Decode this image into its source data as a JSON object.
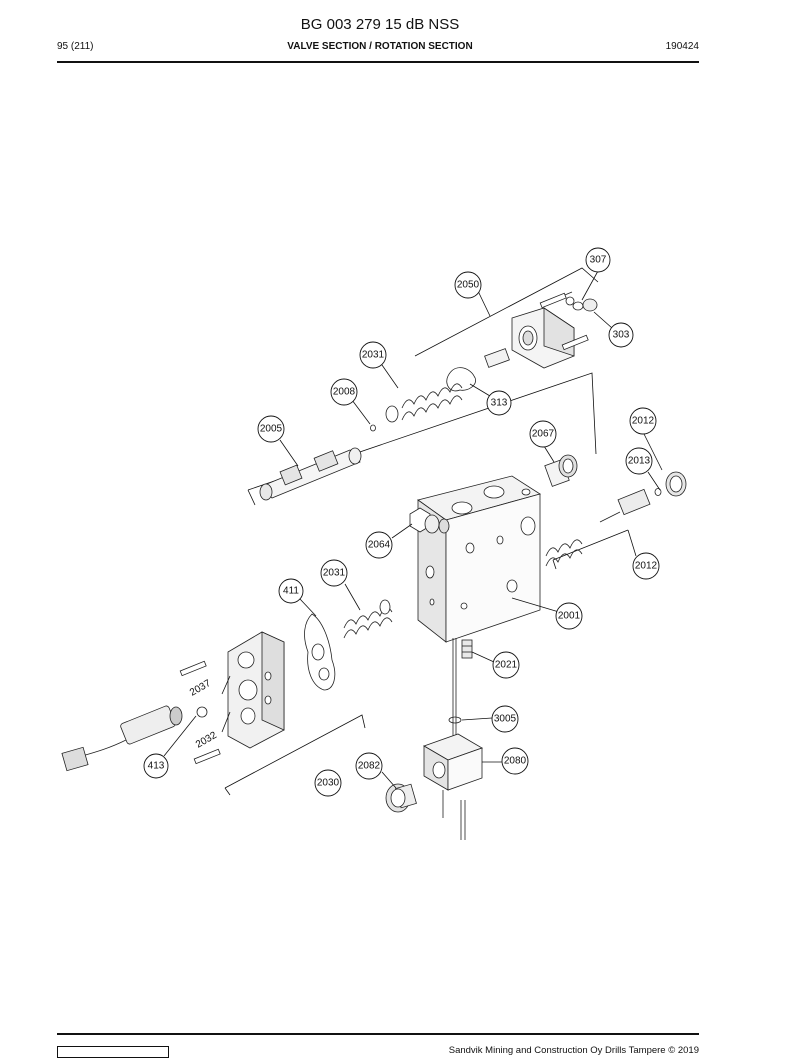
{
  "header": {
    "title": "BG 003 279 15 dB NSS",
    "page": "95 (211)",
    "section": "VALVE SECTION / ROTATION SECTION",
    "date": "190424"
  },
  "footer": {
    "copyright": "Sandvik Mining and Construction Oy Drills Tampere © 2019"
  },
  "callouts": [
    "307",
    "2050",
    "303",
    "2031",
    "313",
    "2008",
    "2012",
    "2005",
    "2067",
    "2013",
    "2064",
    "2012",
    "2031",
    "411",
    "2001",
    "2021",
    "3005",
    "413",
    "2082",
    "2080",
    "2030"
  ],
  "rotated_labels": [
    "2037",
    "2032"
  ]
}
